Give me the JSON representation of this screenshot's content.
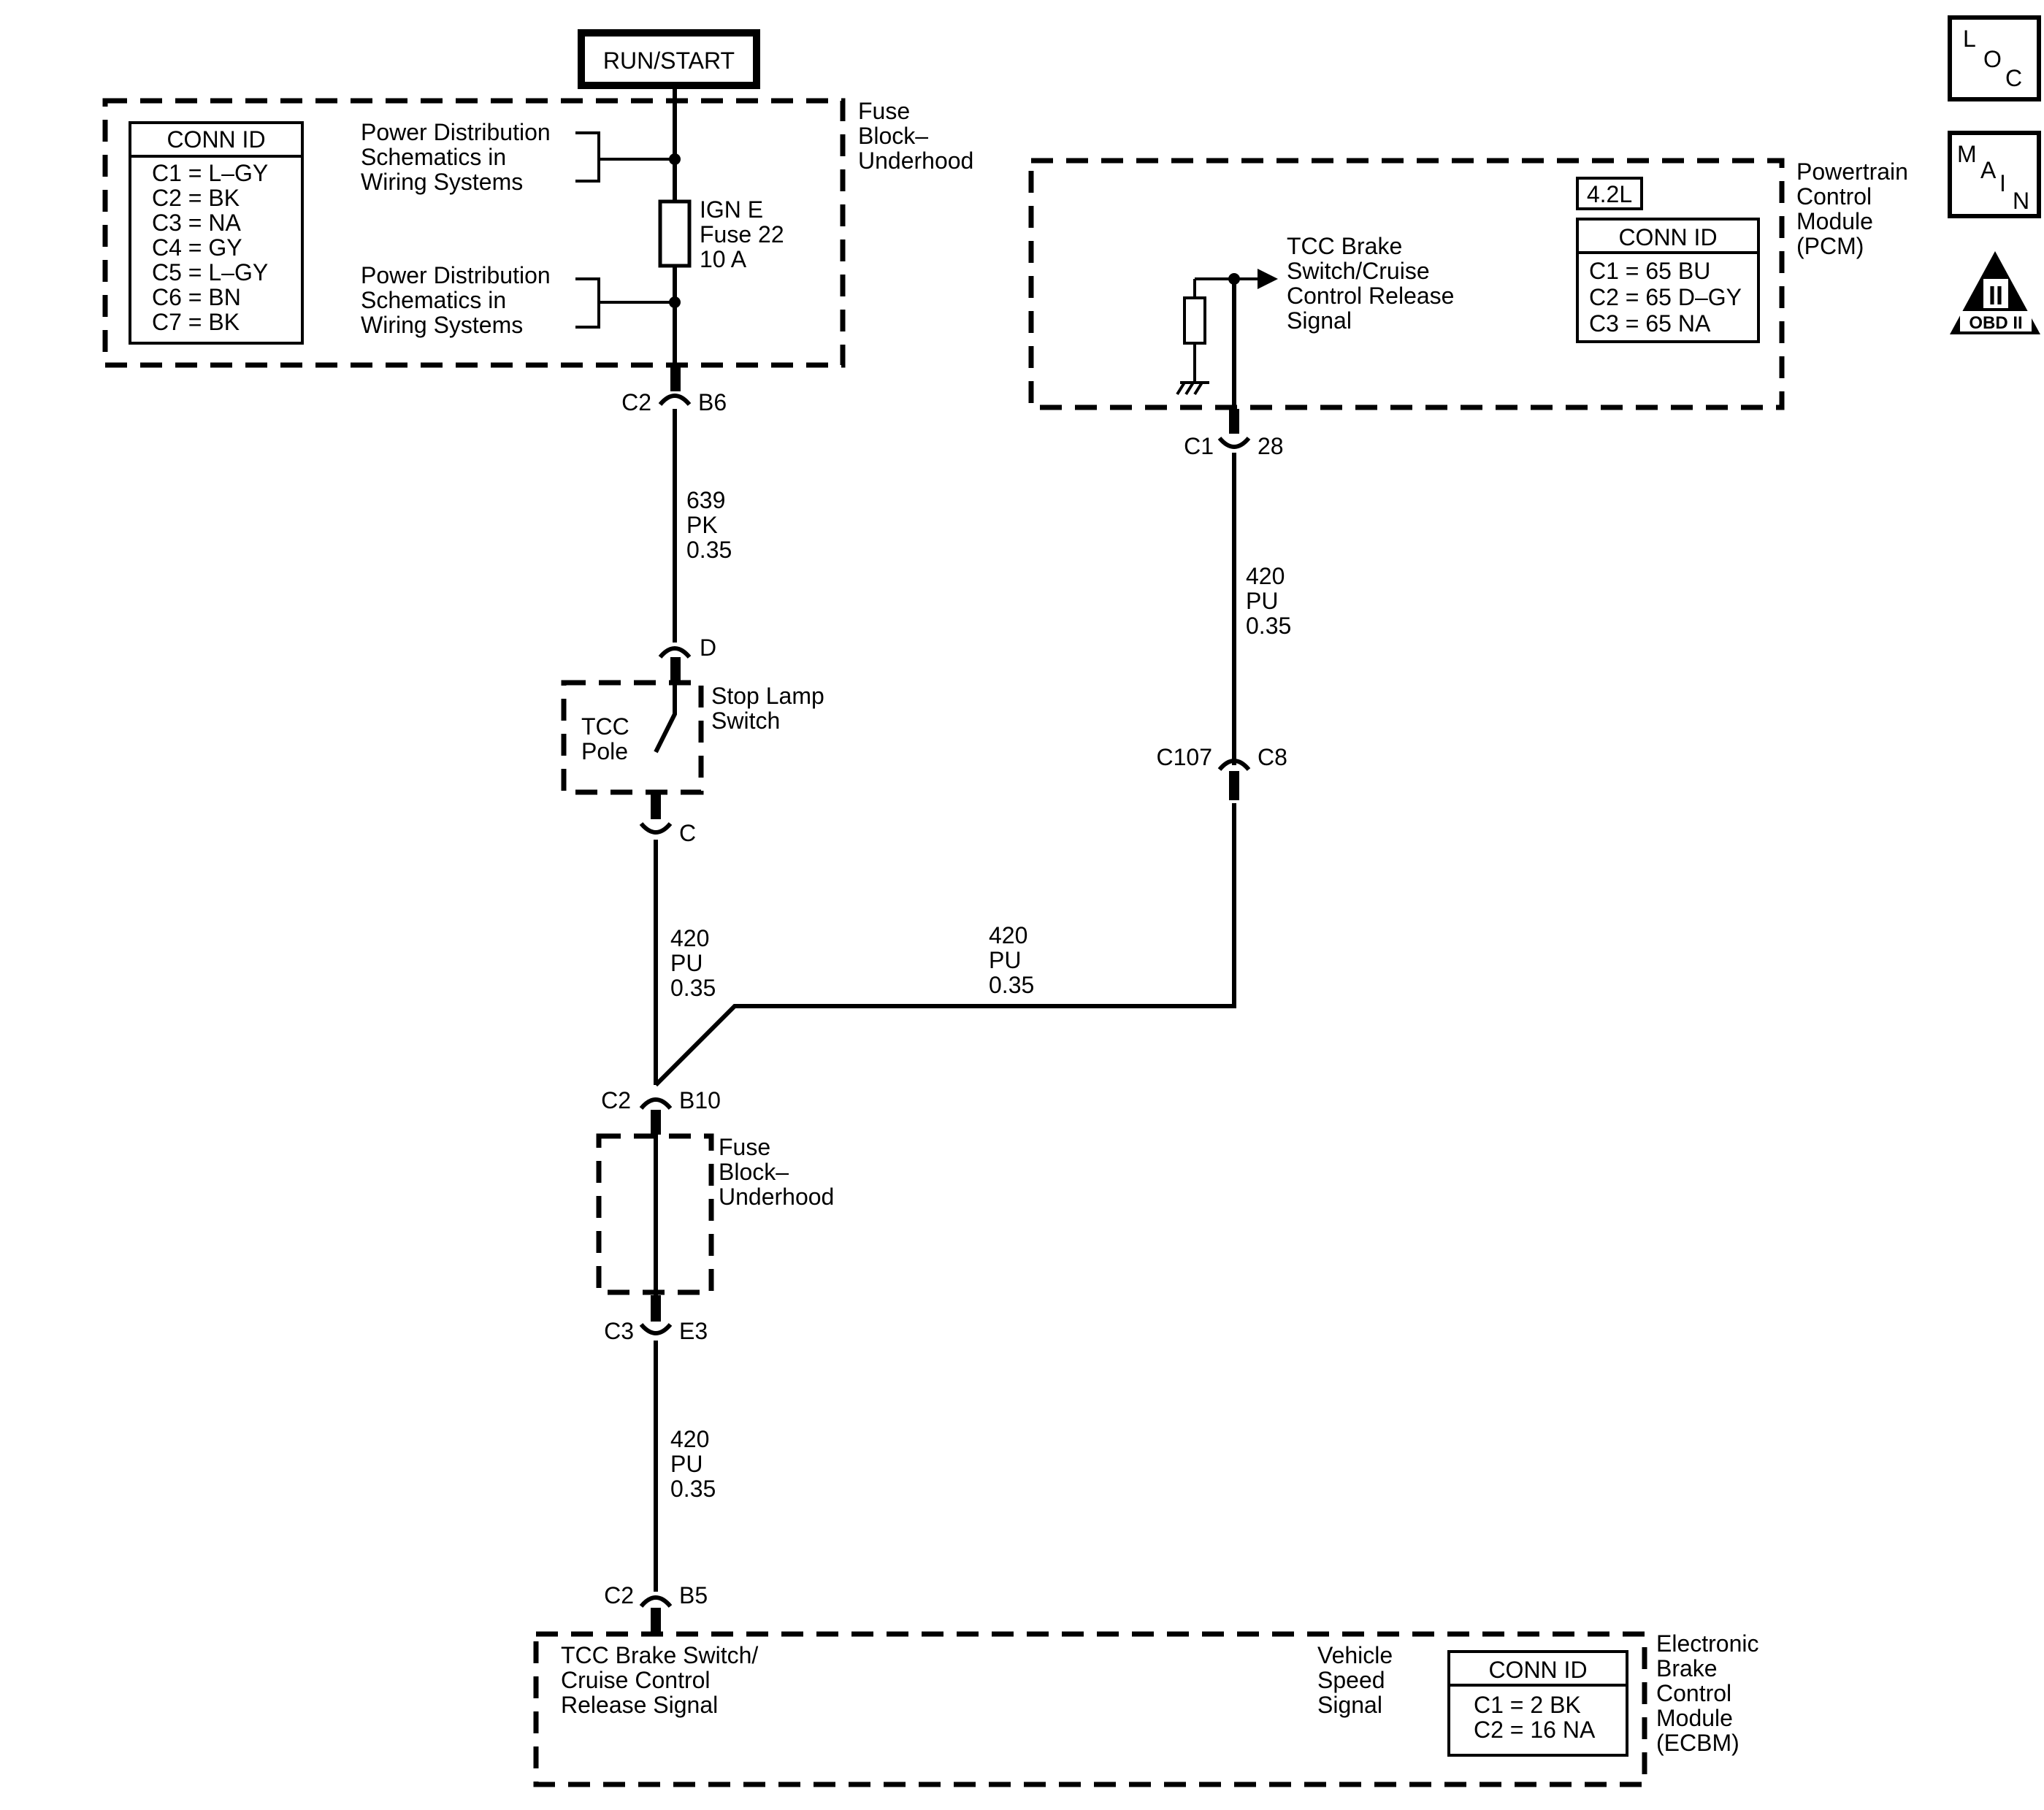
{
  "power": {
    "run_start": "RUN/START"
  },
  "fuse_block_top": {
    "label": [
      "Fuse",
      "Block–",
      "Underhood"
    ],
    "conn_id": {
      "title": "CONN ID",
      "rows": [
        "C1 = L–GY",
        "C2 = BK",
        "C3 = NA",
        "C4 = GY",
        "C5 = L–GY",
        "C6 = BN",
        "C7 = BK"
      ]
    },
    "power_dist_1": [
      "Power Distribution",
      "Schematics in",
      "Wiring Systems"
    ],
    "power_dist_2": [
      "Power Distribution",
      "Schematics in",
      "Wiring Systems"
    ],
    "fuse": [
      "IGN E",
      "Fuse 22",
      "10 A"
    ]
  },
  "pcm": {
    "label": [
      "Powertrain",
      "Control",
      "Module",
      "(PCM)"
    ],
    "engine": "4.2L",
    "conn_id": {
      "title": "CONN ID",
      "rows": [
        "C1 = 65 BU",
        "C2 = 65 D–GY",
        "C3 = 65 NA"
      ]
    },
    "signal": [
      "TCC Brake",
      "Switch/Cruise",
      "Control Release",
      "Signal"
    ]
  },
  "connectors": {
    "c2_b6": {
      "left": "C2",
      "right": "B6"
    },
    "d": {
      "right": "D"
    },
    "c": {
      "right": "C"
    },
    "c1_28": {
      "left": "C1",
      "right": "28"
    },
    "c107_c8": {
      "left": "C107",
      "right": "C8"
    },
    "c2_b10": {
      "left": "C2",
      "right": "B10"
    },
    "c3_e3": {
      "left": "C3",
      "right": "E3"
    },
    "c2_b5": {
      "left": "C2",
      "right": "B5"
    }
  },
  "wires": {
    "w639": [
      "639",
      "PK",
      "0.35"
    ],
    "w420_a": [
      "420",
      "PU",
      "0.35"
    ],
    "w420_b": [
      "420",
      "PU",
      "0.35"
    ],
    "w420_c": [
      "420",
      "PU",
      "0.35"
    ],
    "w420_d": [
      "420",
      "PU",
      "0.35"
    ]
  },
  "stop_lamp": {
    "label": [
      "Stop Lamp",
      "Switch"
    ],
    "pole": [
      "TCC",
      "Pole"
    ]
  },
  "fuse_block_mid": {
    "label": [
      "Fuse",
      "Block–",
      "Underhood"
    ]
  },
  "ecbm": {
    "label": [
      "Electronic",
      "Brake",
      "Control",
      "Module",
      "(ECBM)"
    ],
    "signal": [
      "TCC Brake Switch/",
      "Cruise Control",
      "Release Signal"
    ],
    "vss": [
      "Vehicle",
      "Speed",
      "Signal"
    ],
    "conn_id": {
      "title": "CONN ID",
      "rows": [
        "C1 = 2 BK",
        "C2 = 16 NA"
      ]
    }
  },
  "nav": {
    "loc": [
      "L",
      "O",
      "C"
    ],
    "main": [
      "M",
      "A",
      "I",
      "N"
    ],
    "obd": {
      "numeral": "II",
      "label": "OBD II"
    }
  }
}
